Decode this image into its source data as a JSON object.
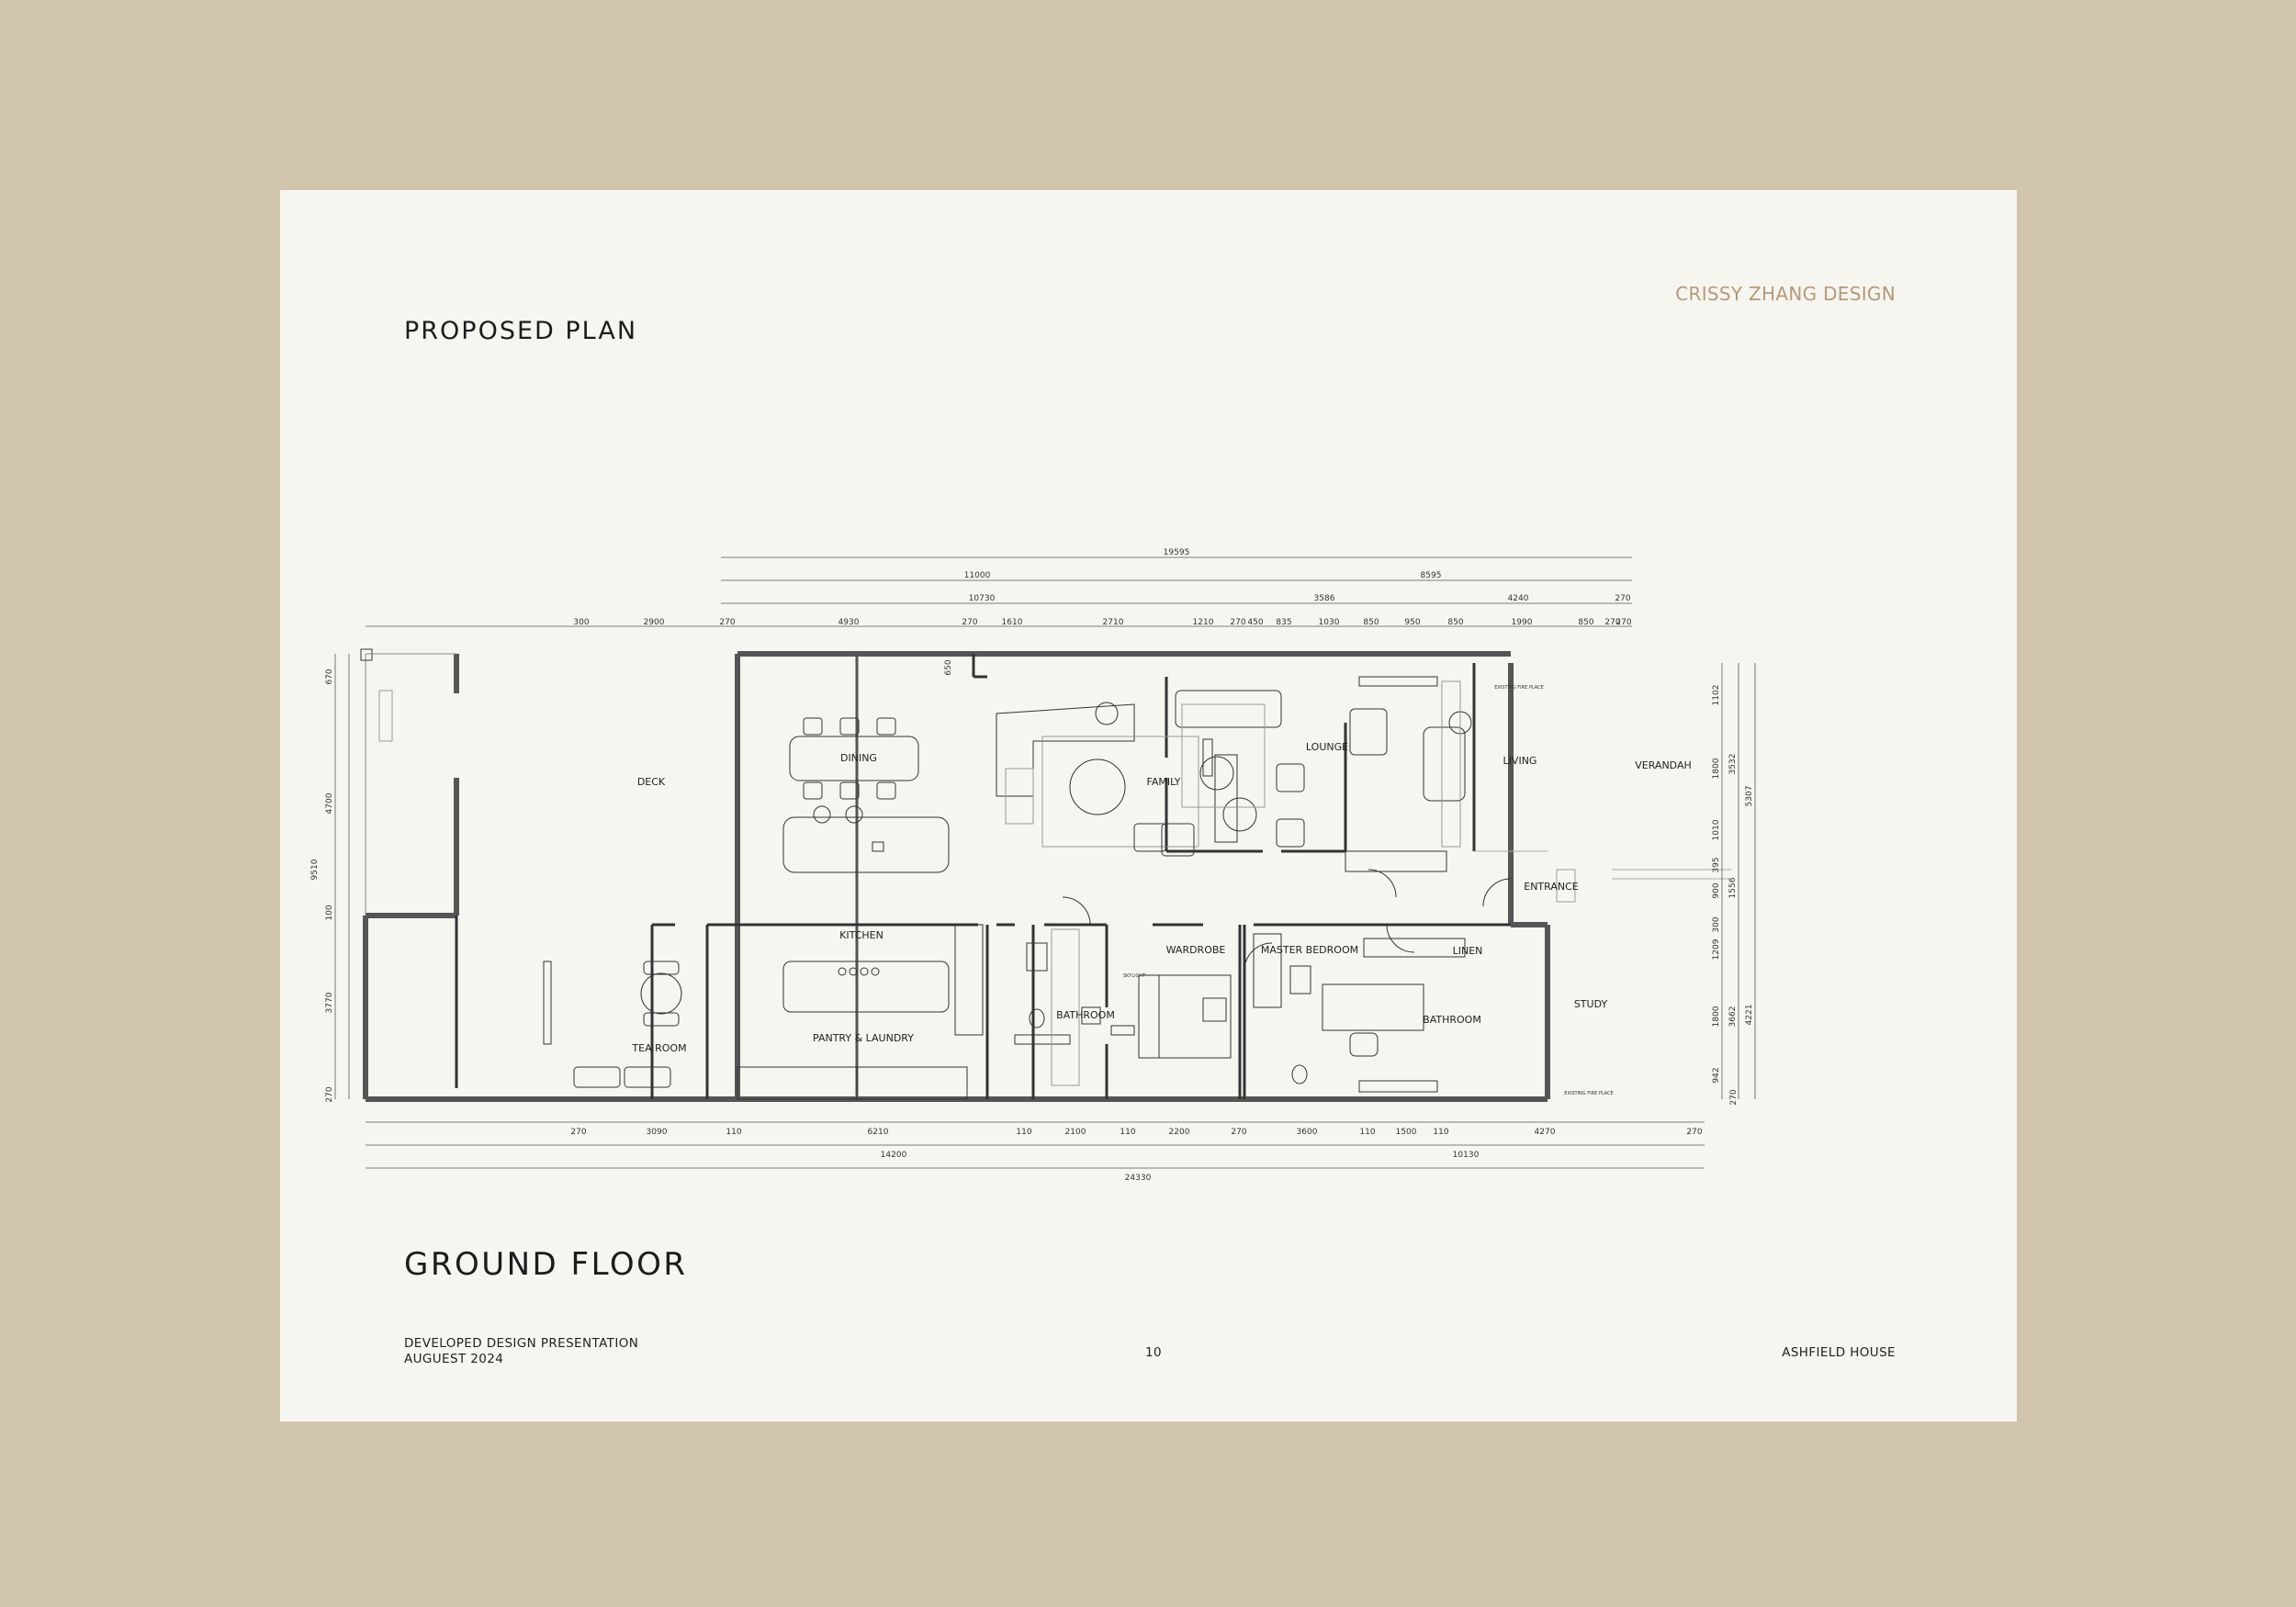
{
  "brand": "CRISSY ZHANG DESIGN",
  "title_top": "PROPOSED  PLAN",
  "title_bottom": "GROUND  FLOOR",
  "footer": {
    "left_line1": "DEVELOPED  DESIGN  PRESENTATION",
    "left_line2": "AUGUEST 2024",
    "page_number": "10",
    "project": "ASHFIELD  HOUSE"
  },
  "rooms": {
    "deck": "DECK",
    "dining": "DINING",
    "family": "FAMILY",
    "lounge": "LOUNGE",
    "living": "LIVING",
    "verandah": "VERANDAH",
    "entrance": "ENTRANCE",
    "kitchen": "KITCHEN",
    "tea_room": "TEA ROOM",
    "pantry_laundry": "PANTRY & LAUNDRY",
    "bathroom_1": "BATHROOM",
    "wardrobe": "WARDROBE",
    "master_bedroom": "MASTER BEDROOM",
    "linen": "LINEN",
    "bathroom_2": "BATHROOM",
    "study": "STUDY"
  },
  "fixture_labels": {
    "existing_fireplace_top": "EXISTING FIRE PLACE",
    "existing_fireplace_bottom": "EXISTING FIRE PLACE",
    "skylight": "SKYLIGHT"
  },
  "dimensions": {
    "top_overall": "19595",
    "top_left": "11000",
    "top_right": "8595",
    "top_sub_left": "10730",
    "top_sub_right_a": "3586",
    "top_sub_right_b": "4240",
    "top_sub_right_c": "270",
    "top_segments": [
      "300",
      "2900",
      "270",
      "4930",
      "270",
      "1610",
      "2710",
      "1210",
      "270",
      "450",
      "835",
      "1030",
      "850",
      "950",
      "850",
      "1990",
      "850",
      "270",
      "270"
    ],
    "bottom_segments": [
      "270",
      "3090",
      "110",
      "6210",
      "110",
      "2100",
      "110",
      "2200",
      "270",
      "3600",
      "110",
      "1500",
      "110",
      "4270",
      "270"
    ],
    "bottom_left": "14200",
    "bottom_right": "10130",
    "bottom_overall": "24330",
    "left_segments": [
      "670",
      "4700",
      "100",
      "3770",
      "270"
    ],
    "left_overall": "9510",
    "right_segments": [
      "1102",
      "1800",
      "1010",
      "395",
      "900",
      "300",
      "1209",
      "1800",
      "942",
      "270"
    ],
    "right_mid": [
      "3532",
      "1556",
      "3662"
    ],
    "right_outer": [
      "5307",
      "4221"
    ],
    "vertical_small": "650"
  }
}
